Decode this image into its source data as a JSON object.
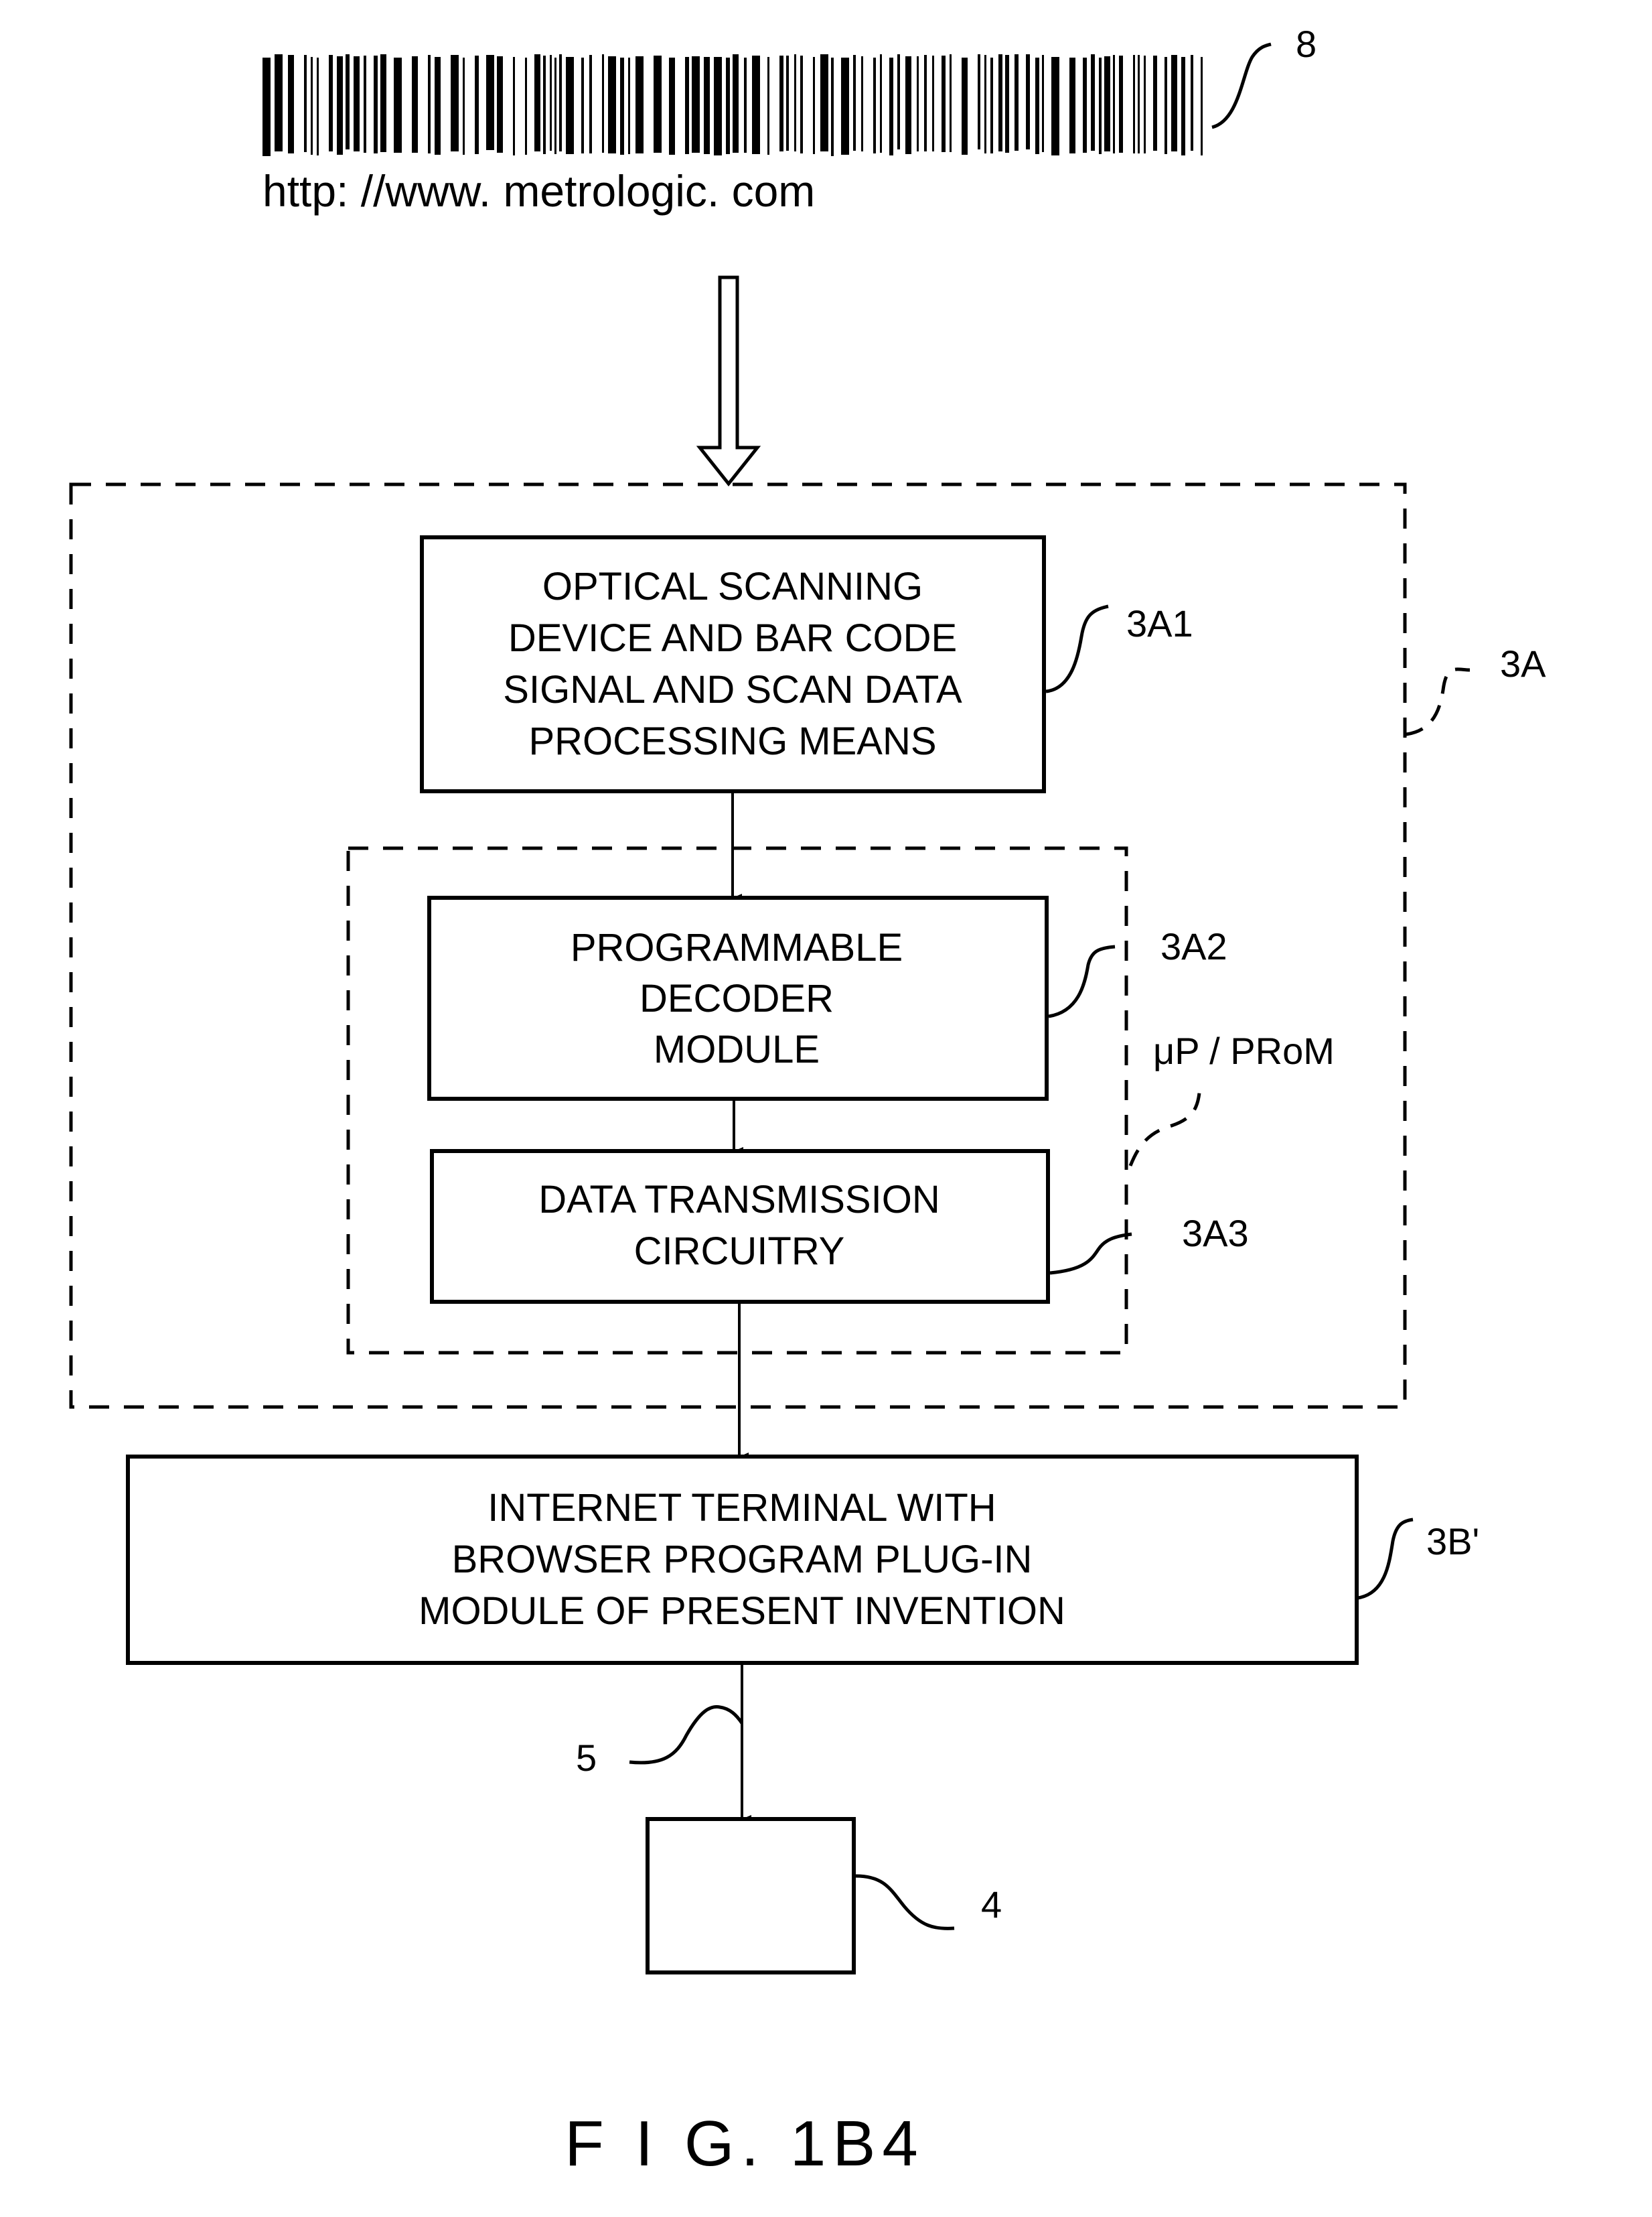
{
  "figure": {
    "caption": "F I G. 1B4"
  },
  "barcode": {
    "ref": "8",
    "url_text": "http: //www. metrologic. com"
  },
  "scanner_group": {
    "ref": "3A"
  },
  "blocks": {
    "scanning": {
      "ref": "3A1",
      "lines": [
        "OPTICAL SCANNING",
        "DEVICE AND BAR CODE",
        "SIGNAL AND SCAN DATA",
        "PROCESSING MEANS"
      ]
    },
    "decoder": {
      "ref": "3A2",
      "lines": [
        "PROGRAMMABLE",
        "DECODER",
        "MODULE"
      ]
    },
    "transmission": {
      "ref": "3A3",
      "lines": [
        "DATA TRANSMISSION",
        "CIRCUITRY"
      ]
    },
    "microprocessor_group": {
      "ref": "μP / PRoM"
    },
    "terminal": {
      "ref": "3B'",
      "lines": [
        "INTERNET TERMINAL WITH",
        "BROWSER PROGRAM PLUG-IN",
        "MODULE OF PRESENT INVENTION"
      ]
    },
    "target": {
      "ref": "4"
    },
    "link": {
      "ref": "5"
    }
  }
}
